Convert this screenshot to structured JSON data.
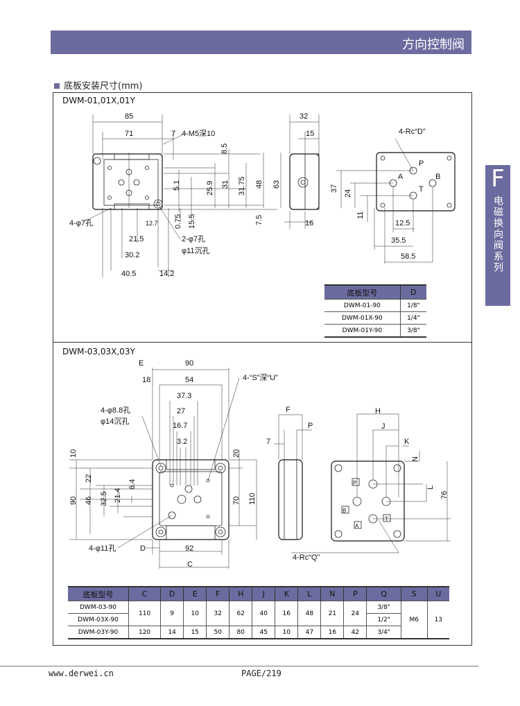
{
  "header": {
    "title": "方向控制阀"
  },
  "section": {
    "title": "底板安装尺寸(mm)"
  },
  "side_tab": {
    "letter": "F",
    "label": "电磁换向阀系列"
  },
  "model1": {
    "title": "DWM-01,01X,01Y",
    "dims": {
      "d85": "85",
      "d71": "71",
      "d7": "7",
      "m5": "4-M5深10",
      "d8_5": "8.5",
      "d5_1": "5.1",
      "d25_9": "25.9",
      "d31": "31",
      "d31_75": "31.75",
      "d48": "48",
      "d63": "63",
      "d7_5": "7.5",
      "d0_75": "0.75",
      "d15_5": "15.5",
      "hole4": "4-φ7孔",
      "d12_7": "12.7",
      "d21_5": "21.5",
      "hole2": "2-φ7孔",
      "cb11": "φ11沉孔",
      "d30_2": "30.2",
      "d40_5": "40.5",
      "d14_2": "14.2",
      "d32": "32",
      "d15": "15",
      "d37": "37",
      "d24": "24",
      "d11": "11",
      "d16": "16",
      "rc": "4-Rc“D”",
      "P": "P",
      "A": "A",
      "B": "B",
      "T": "T",
      "d12_5": "12.5",
      "d35_5": "35.5",
      "d58_5": "58.5"
    },
    "table": {
      "headers": [
        "底板型号",
        "D"
      ],
      "rows": [
        [
          "DWM-01-90",
          "1/8\""
        ],
        [
          "DWM-01X-90",
          "1/4\""
        ],
        [
          "DWM-01Y-90",
          "3/8\""
        ]
      ]
    }
  },
  "model2": {
    "title": "DWM-03,03X,03Y",
    "dims": {
      "E": "E",
      "d90": "90",
      "d18": "18",
      "d54": "54",
      "su": "4-“S”深“U”",
      "d37_3": "37.3",
      "d27": "27",
      "hole88": "4-φ8.8孔",
      "cb14": "φ14沉孔",
      "d16_7": "16.7",
      "d3_2": "3.2",
      "d10": "10",
      "d22": "22",
      "d46": "46",
      "v90": "90",
      "d32_5": "32.5",
      "d21_4": "21.4",
      "d6_4": "6.4",
      "d20": "20",
      "d70": "70",
      "d110": "110",
      "hole11": "4-φ11孔",
      "D": "D",
      "d92": "92",
      "C": "C",
      "F": "F",
      "P": "P",
      "d7": "7",
      "H": "H",
      "J": "J",
      "K": "K",
      "N": "N",
      "L": "L",
      "d76": "76",
      "rc": "4-Rc“Q”",
      "pP": "P",
      "pB": "B",
      "pA": "A",
      "pT": "T"
    },
    "table": {
      "headers": [
        "底板型号",
        "C",
        "D",
        "E",
        "F",
        "H",
        "J",
        "K",
        "L",
        "N",
        "P",
        "Q",
        "S",
        "U"
      ],
      "rows": [
        [
          "DWM-03-90",
          "110",
          "9",
          "10",
          "32",
          "62",
          "40",
          "16",
          "48",
          "21",
          "24",
          "3/8\"",
          "M6",
          "13"
        ],
        [
          "DWM-03X-90",
          "1/2\""
        ],
        [
          "DWM-03Y-90",
          "120",
          "14",
          "15",
          "50",
          "80",
          "45",
          "10",
          "47",
          "16",
          "42",
          "3/4\""
        ]
      ]
    }
  },
  "footer": {
    "url": "www.derwei.cn",
    "page": "PAGE/219"
  }
}
